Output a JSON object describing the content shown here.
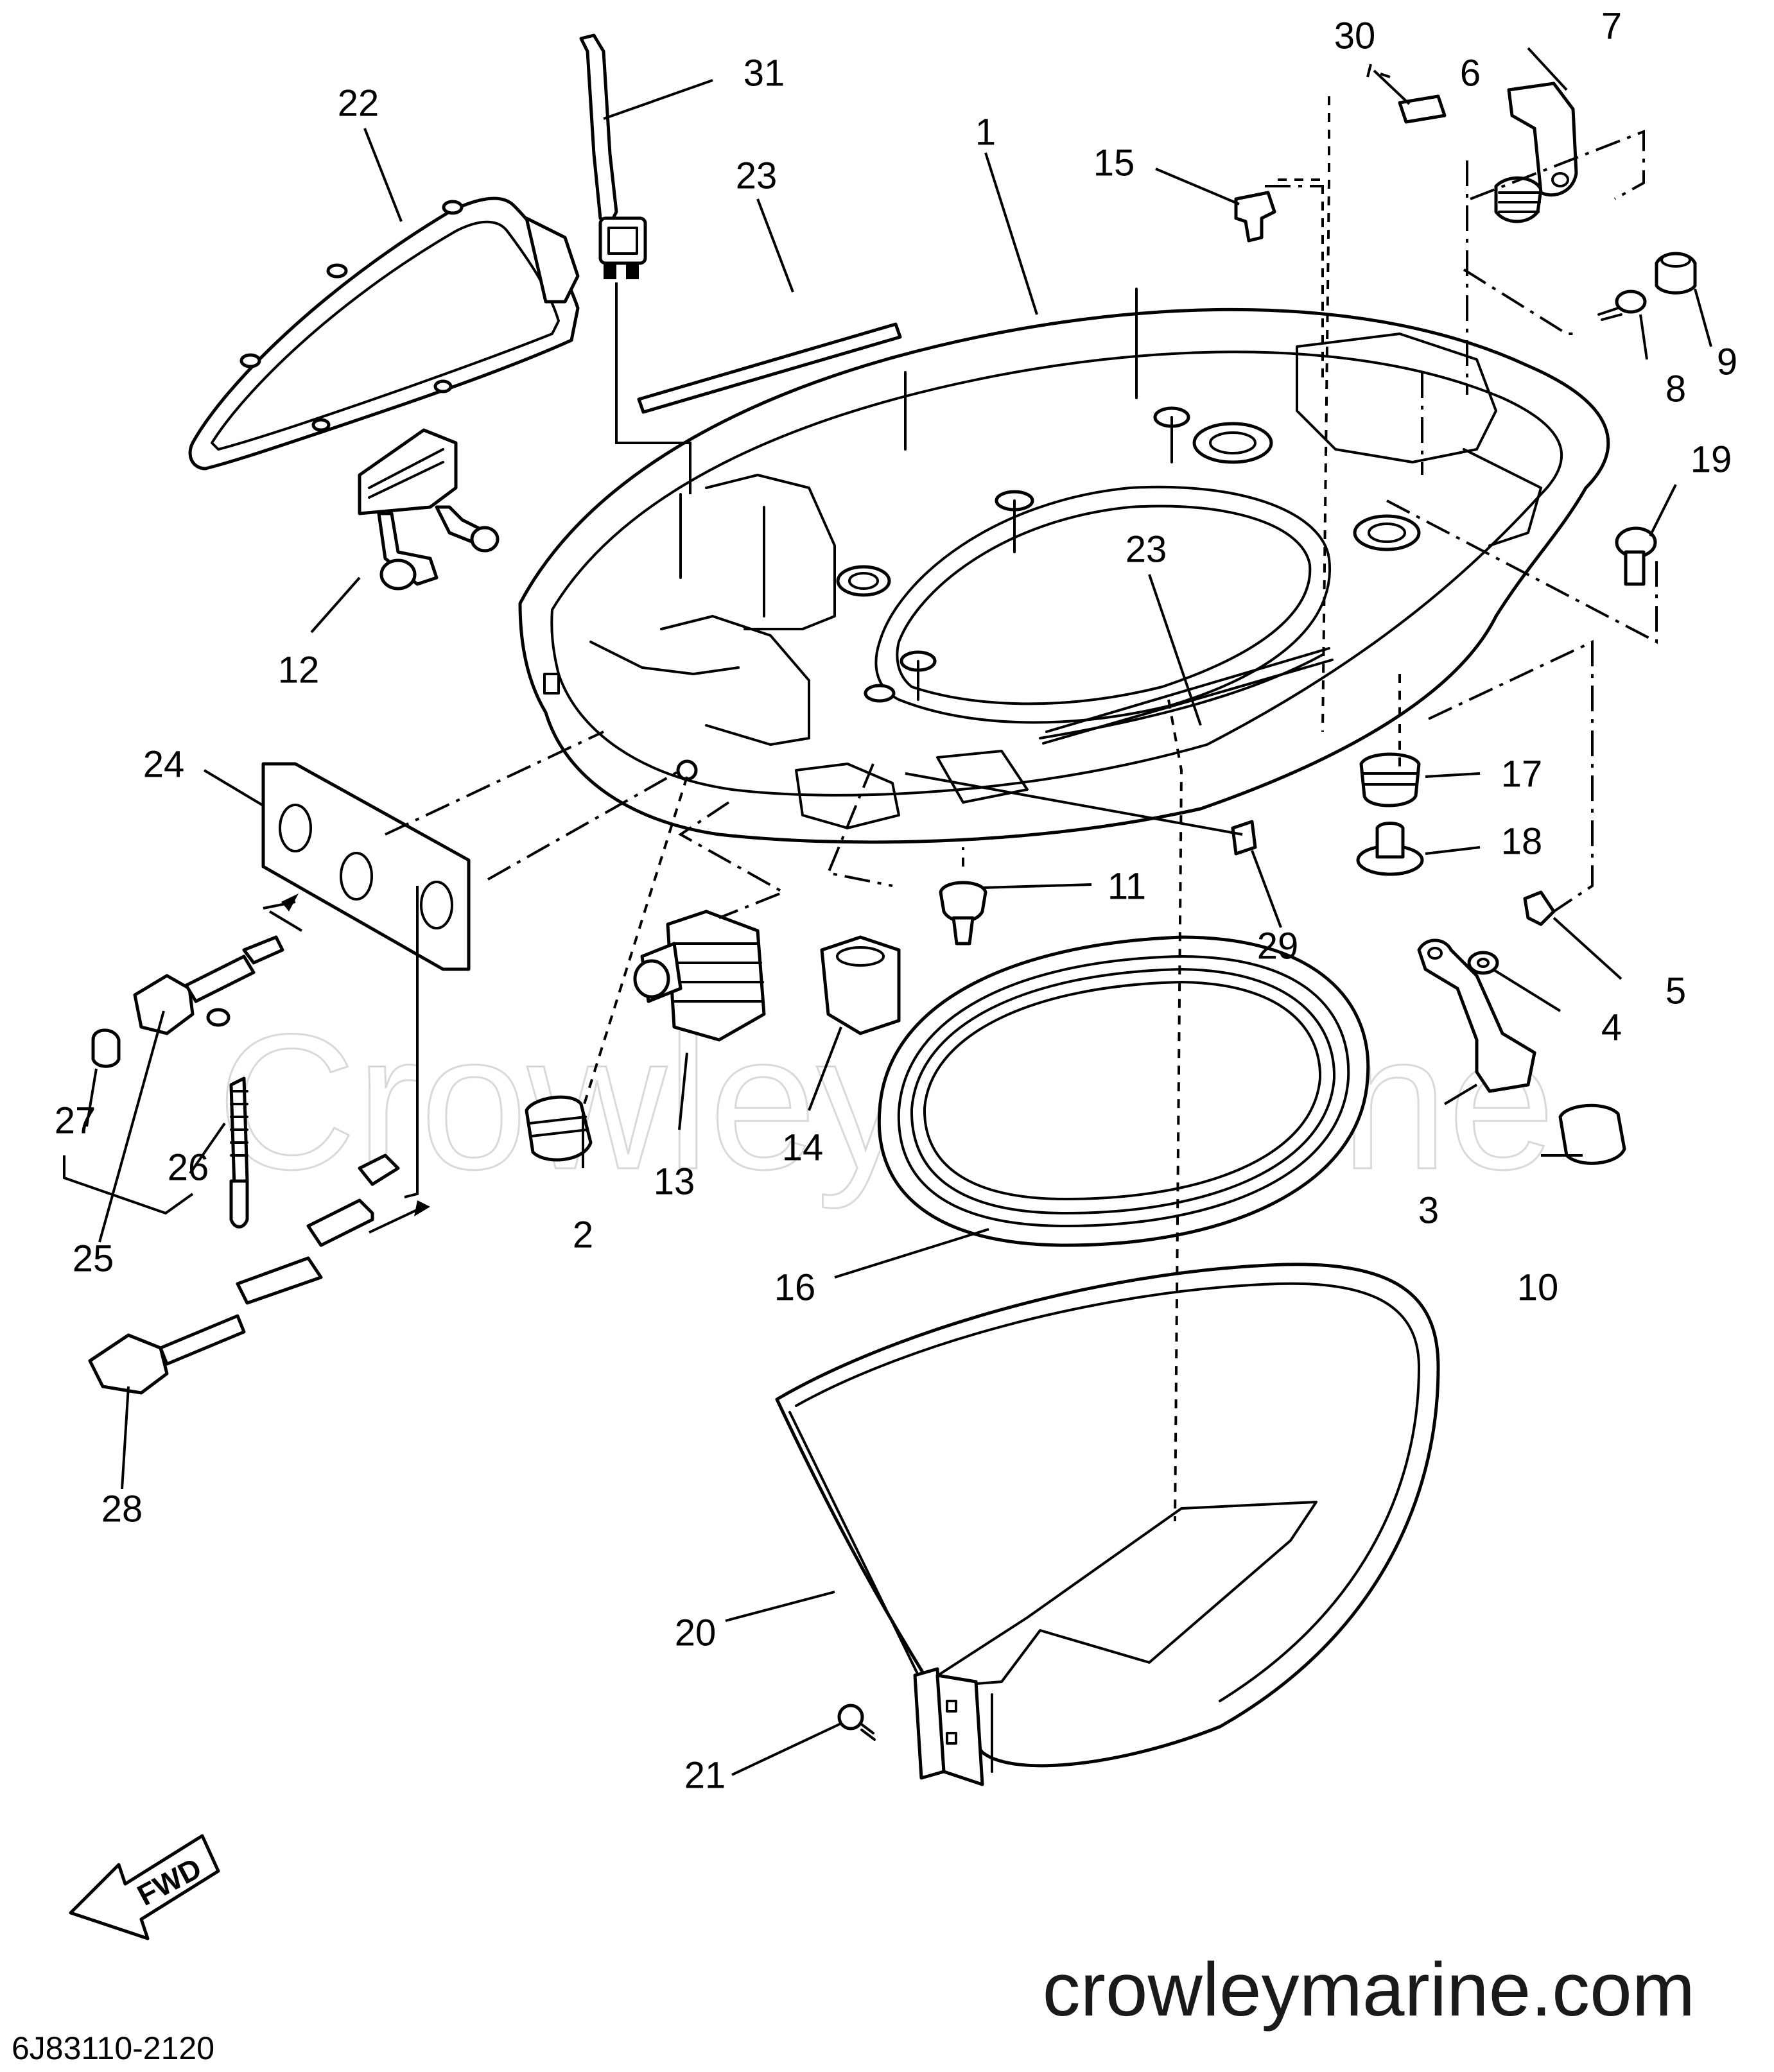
{
  "callouts": [
    {
      "id": "1",
      "label": "1"
    },
    {
      "id": "2",
      "label": "2"
    },
    {
      "id": "3",
      "label": "3"
    },
    {
      "id": "4",
      "label": "4"
    },
    {
      "id": "5",
      "label": "5"
    },
    {
      "id": "6",
      "label": "6"
    },
    {
      "id": "7",
      "label": "7"
    },
    {
      "id": "8",
      "label": "8"
    },
    {
      "id": "9",
      "label": "9"
    },
    {
      "id": "10",
      "label": "10"
    },
    {
      "id": "11",
      "label": "11"
    },
    {
      "id": "12",
      "label": "12"
    },
    {
      "id": "13",
      "label": "13"
    },
    {
      "id": "14",
      "label": "14"
    },
    {
      "id": "15",
      "label": "15"
    },
    {
      "id": "16",
      "label": "16"
    },
    {
      "id": "17",
      "label": "17"
    },
    {
      "id": "18",
      "label": "18"
    },
    {
      "id": "19",
      "label": "19"
    },
    {
      "id": "20",
      "label": "20"
    },
    {
      "id": "21",
      "label": "21"
    },
    {
      "id": "22",
      "label": "22"
    },
    {
      "id": "23a",
      "label": "23"
    },
    {
      "id": "23b",
      "label": "23"
    },
    {
      "id": "24",
      "label": "24"
    },
    {
      "id": "25",
      "label": "25"
    },
    {
      "id": "26",
      "label": "26"
    },
    {
      "id": "27",
      "label": "27"
    },
    {
      "id": "28",
      "label": "28"
    },
    {
      "id": "29",
      "label": "29"
    },
    {
      "id": "30",
      "label": "30"
    },
    {
      "id": "31",
      "label": "31"
    }
  ],
  "watermark": "Crowley Marine",
  "website": "crowleymarine.com",
  "diagram_code": "6J83110-2120",
  "direction_label": "FWD"
}
